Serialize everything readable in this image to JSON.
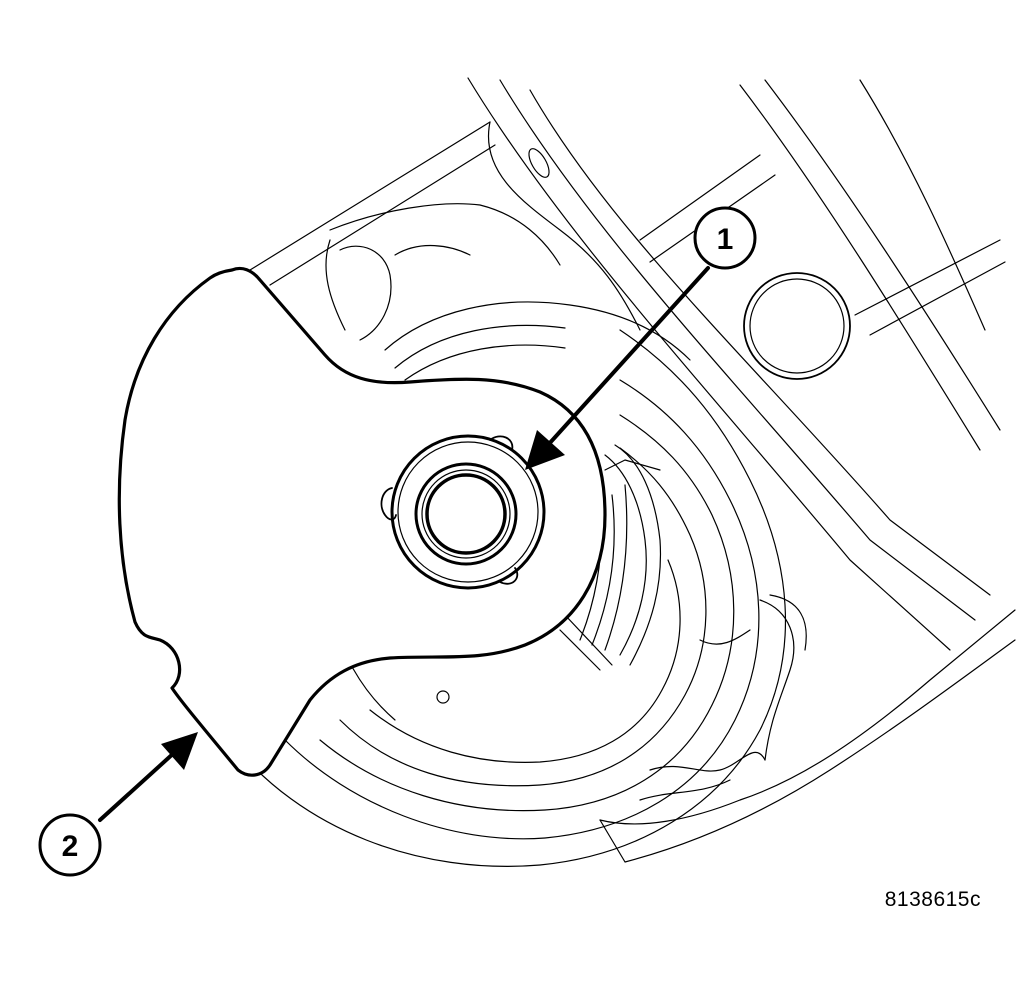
{
  "figure": {
    "id_label": "8138615c"
  },
  "callouts": [
    {
      "number": "1"
    },
    {
      "number": "2"
    }
  ],
  "colors": {
    "line": "#000000",
    "background": "#ffffff"
  }
}
